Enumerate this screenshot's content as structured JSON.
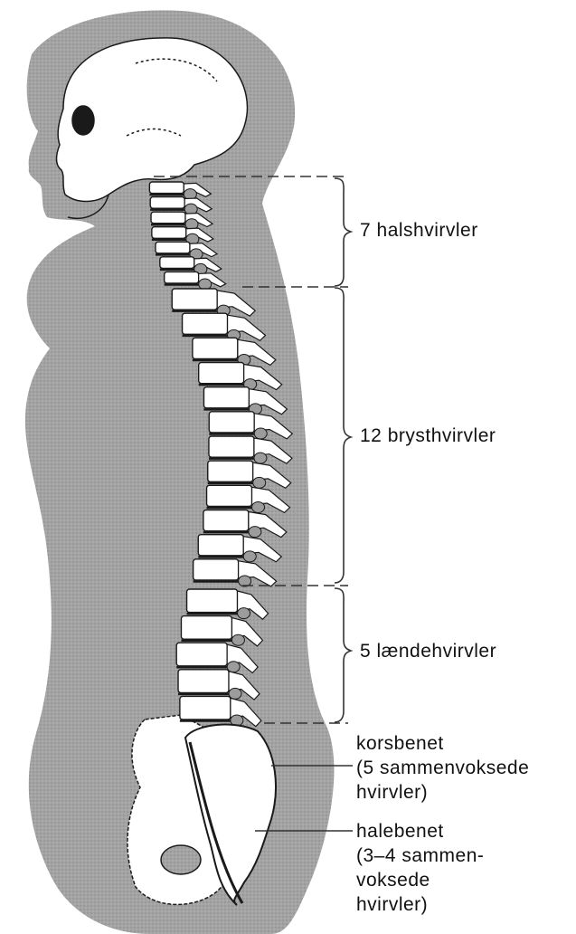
{
  "figure": {
    "colors": {
      "body_silhouette": "#9c9c9c",
      "bone": "#ffffff",
      "outline": "#1a1a1a",
      "bracket": "#333333",
      "label_text": "#111111"
    },
    "vertebra_counts": {
      "cervical": 7,
      "thoracic": 12,
      "lumbar": 5
    }
  },
  "labels": {
    "cervical": "7 halshvirvler",
    "thoracic": "12 brysthvirvler",
    "lumbar": "5 lændehvirvler",
    "sacrum": {
      "line1": "korsbenet",
      "line2": "(5 sammenvoksede",
      "line3": "hvirvler)"
    },
    "coccyx": {
      "line1": "halebenet",
      "line2": "(3–4 sammen-",
      "line3": "voksede",
      "line4": "hvirvler)"
    }
  }
}
